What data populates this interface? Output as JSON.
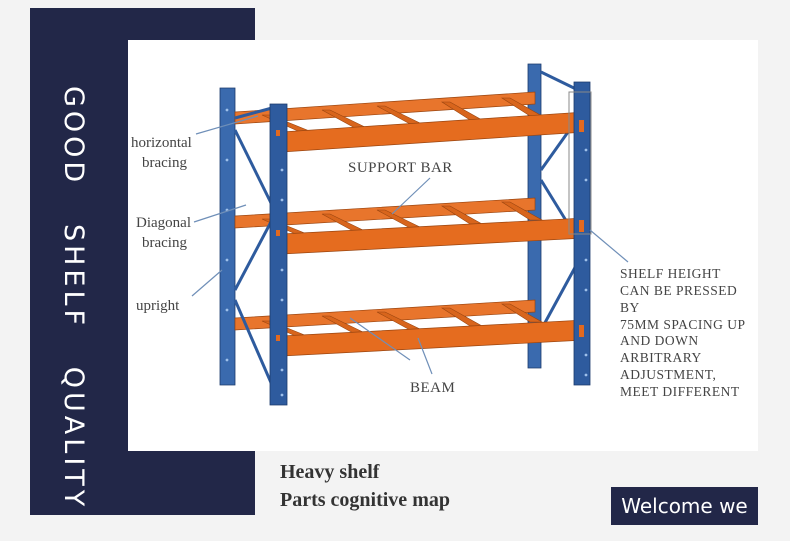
{
  "panel": {
    "tagline": "GOOD   SHELF   QUALITY"
  },
  "diagram": {
    "labels": {
      "horizontal_bracing": [
        "horizontal",
        "bracing"
      ],
      "diagonal_bracing": [
        "Diagonal",
        "bracing"
      ],
      "upright": "upright",
      "support_bar": "SUPPORT BAR",
      "beam": "BEAM"
    },
    "shelf_height_note": [
      "SHELF HEIGHT",
      "CAN BE PRESSED",
      "BY",
      "75MM SPACING UP",
      "AND DOWN",
      "ARBITRARY",
      "ADJUSTMENT,",
      "MEET DIFFERENT"
    ]
  },
  "caption": {
    "line1": "Heavy shelf",
    "line2": "Parts cognitive map"
  },
  "button": {
    "label": "Welcome we"
  },
  "colors": {
    "navy": "#222748",
    "upright_blue": "#2e5b9e",
    "beam_orange": "#e2691f"
  }
}
